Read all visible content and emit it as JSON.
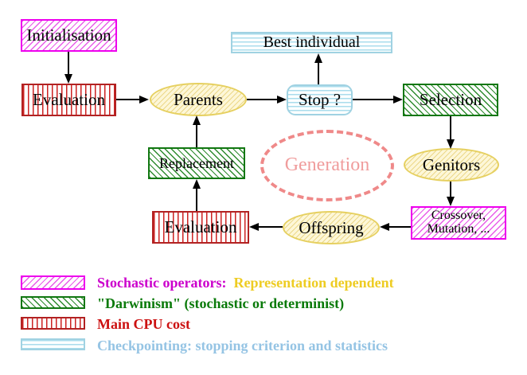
{
  "diagram": {
    "nodes": {
      "initialisation": "Initialisation",
      "evaluation_top": "Evaluation",
      "parents": "Parents",
      "stop": "Stop ?",
      "best_individual": "Best individual",
      "selection": "Selection",
      "genitors": "Genitors",
      "crossover_line1": "Crossover,",
      "crossover_line2": "Mutation, ...",
      "offspring": "Offspring",
      "evaluation_bottom": "Evaluation",
      "replacement": "Replacement",
      "generation": "Generation"
    },
    "edges": [
      {
        "from": "Initialisation",
        "to": "Evaluation"
      },
      {
        "from": "Evaluation",
        "to": "Parents"
      },
      {
        "from": "Parents",
        "to": "Stop ?"
      },
      {
        "from": "Stop ?",
        "to": "Best individual"
      },
      {
        "from": "Stop ?",
        "to": "Selection"
      },
      {
        "from": "Selection",
        "to": "Genitors"
      },
      {
        "from": "Genitors",
        "to": "Crossover, Mutation, ..."
      },
      {
        "from": "Crossover, Mutation, ...",
        "to": "Offspring"
      },
      {
        "from": "Offspring",
        "to": "Evaluation"
      },
      {
        "from": "Evaluation",
        "to": "Replacement"
      },
      {
        "from": "Replacement",
        "to": "Parents"
      }
    ],
    "colors": {
      "stochastic_magenta": "#ee00ee",
      "darwinism_green": "#117711",
      "cpu_red": "#bb2222",
      "checkpoint_cyan": "#a0d2e2",
      "population_yellow": "#e6d060",
      "generation_salmon": "#ef8989",
      "legend_gold_text": "#eecc22",
      "legend_cyan_text": "#95c4e4",
      "node_text": "#000000"
    },
    "legend": {
      "rows": [
        {
          "label": "Stochastic operators:",
          "label2": "Representation dependent"
        },
        {
          "label": "\"Darwinism\" (stochastic or determinist)"
        },
        {
          "label": "Main CPU cost"
        },
        {
          "label": "Checkpointing: stopping criterion and statistics"
        }
      ]
    }
  }
}
